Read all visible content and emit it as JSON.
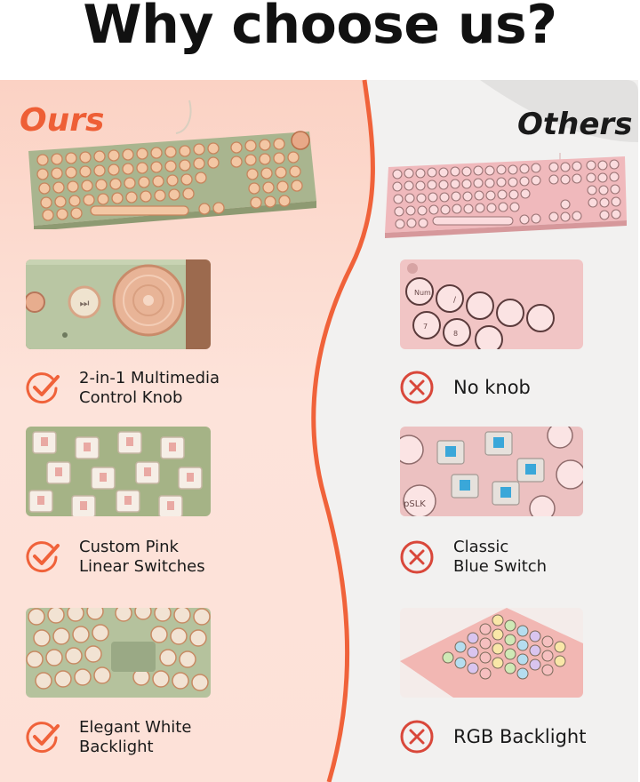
{
  "header": {
    "title": "Why choose us?"
  },
  "ours": {
    "label": "Ours",
    "features": [
      {
        "text": "2-in-1 Multimedia\nControl Knob",
        "icon": "check-icon"
      },
      {
        "text": "Custom Pink\nLinear Switches",
        "icon": "check-icon"
      },
      {
        "text": "Elegant White\nBacklight",
        "icon": "check-icon"
      }
    ]
  },
  "others": {
    "label": "Others",
    "features": [
      {
        "text": "No knob",
        "icon": "cross-icon"
      },
      {
        "text": "Classic\nBlue Switch",
        "icon": "cross-icon"
      },
      {
        "text": "RGB Backlight",
        "icon": "cross-icon"
      }
    ]
  },
  "colors": {
    "accent": "#f0623a",
    "ours_bg": "#fbd8cd",
    "others_bg": "#f1f0ef"
  }
}
